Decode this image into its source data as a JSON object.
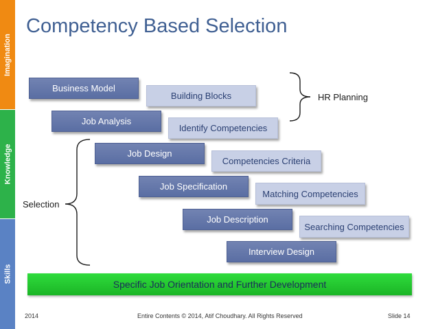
{
  "sidebar": {
    "segments": [
      {
        "label": "Imagination",
        "color": "#f08a12"
      },
      {
        "label": "Knowledge",
        "color": "#2db24a"
      },
      {
        "label": "Skills",
        "color": "#5a82c4"
      }
    ]
  },
  "title": "Competency Based Selection",
  "steps": [
    {
      "stage": "Business Model",
      "outcome": "Building Blocks"
    },
    {
      "stage": "Job Analysis",
      "outcome": "Identify Competencies"
    },
    {
      "stage": "Job Design",
      "outcome": "Competencies Criteria"
    },
    {
      "stage": "Job Specification",
      "outcome": "Matching Competencies"
    },
    {
      "stage": "Job Description",
      "outcome": "Searching Competencies"
    },
    {
      "stage": "Interview Design"
    }
  ],
  "labels": {
    "hr_planning": "HR Planning",
    "selection": "Selection"
  },
  "bottom_bar": "Specific Job Orientation and Further Development",
  "footer": {
    "year": "2014",
    "copyright": "Entire Contents © 2014, Atif Choudhary. All Rights Reserved",
    "slide": "Slide 14"
  }
}
